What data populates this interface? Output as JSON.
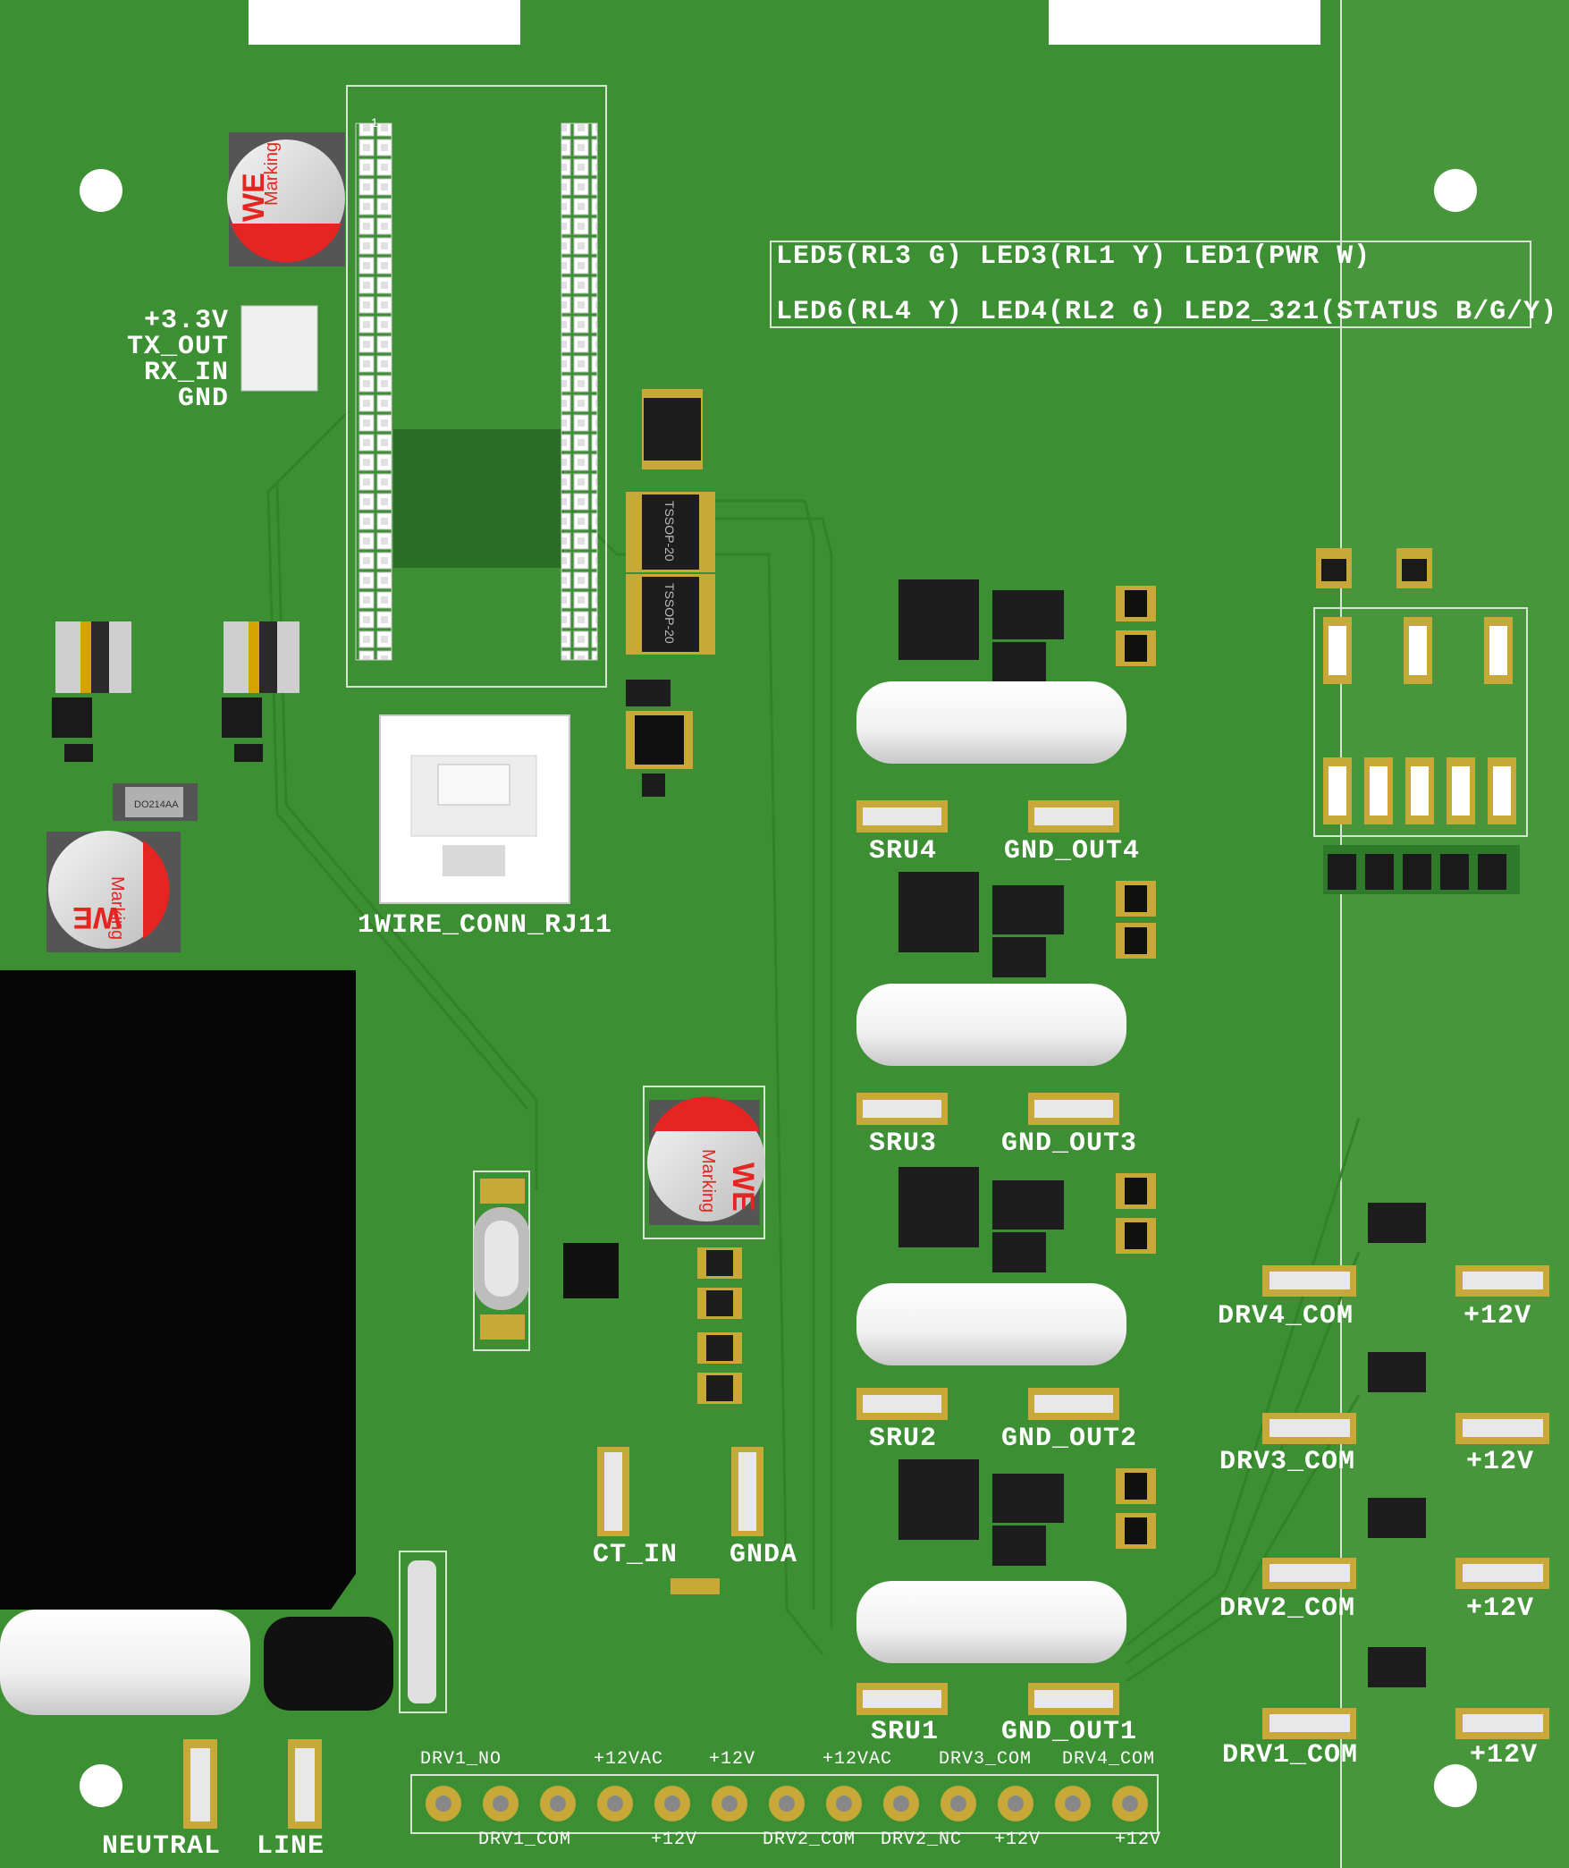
{
  "colors": {
    "pcb": "#3d8f34",
    "pcb_dark": "#2f7a2a",
    "silkscreen": "#ffffff",
    "pad": "#c9a83a",
    "we_red": "#e52521",
    "header_white": "#f2f2f2"
  },
  "led_legend": {
    "line1": "LED5(RL3 G) LED3(RL1 Y) LED1(PWR W)",
    "line2": "LED6(RL4 Y) LED4(RL2 G) LED2_321(STATUS B/G/Y)"
  },
  "uart_labels": [
    "+3.3V",
    "TX_OUT",
    "RX_IN",
    "GND"
  ],
  "header_pin1": "1",
  "rj11_label": "1WIRE_CONN_RJ11",
  "ic_labels": [
    "TSSOP-20",
    "TSSOP-20"
  ],
  "diode_label": "DO214AA",
  "capacitors": [
    {
      "brand": "WE",
      "marking": "Marking"
    },
    {
      "brand": "WE",
      "marking": "Marking"
    },
    {
      "brand": "WE",
      "marking": "Marking"
    }
  ],
  "relay_channels": [
    {
      "sru": "SRU4",
      "gnd": "GND_OUT4"
    },
    {
      "sru": "SRU3",
      "gnd": "GND_OUT3"
    },
    {
      "sru": "SRU2",
      "gnd": "GND_OUT2"
    },
    {
      "sru": "SRU1",
      "gnd": "GND_OUT1"
    }
  ],
  "drivers": [
    {
      "com": "DRV4_COM",
      "v": "+12V"
    },
    {
      "com": "DRV3_COM",
      "v": "+12V"
    },
    {
      "com": "DRV2_COM",
      "v": "+12V"
    },
    {
      "com": "DRV1_COM",
      "v": "+12V"
    }
  ],
  "analog_labels": {
    "ct_in": "CT_IN",
    "gnda": "GNDA"
  },
  "mains_labels": {
    "neutral": "NEUTRAL",
    "line": "LINE"
  },
  "terminal_top": [
    "DRV1_NO",
    "+12VAC",
    "+12V",
    "+12VAC",
    "DRV3_COM",
    "DRV4_COM"
  ],
  "terminal_bottom": [
    "DRV1_COM",
    "+12V",
    "DRV2_COM",
    "DRV2_NC",
    "+12V",
    "+12V"
  ]
}
